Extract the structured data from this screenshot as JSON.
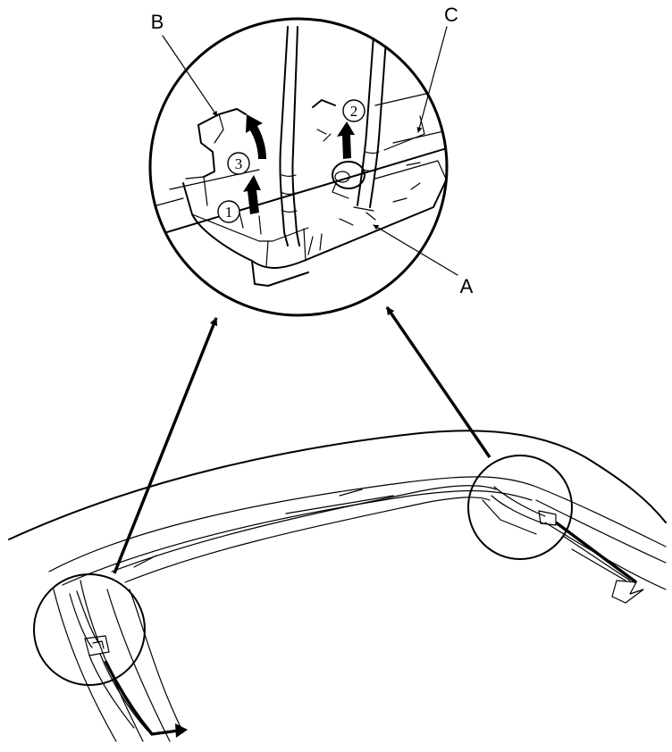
{
  "callouts": {
    "a": "A",
    "b": "B",
    "c": "C"
  },
  "steps": {
    "one": "1",
    "two": "2",
    "three": "3"
  },
  "colors": {
    "ink": "#000000",
    "paper": "#ffffff"
  },
  "icons": {
    "step_arrow": "up-arrow-icon",
    "leader": "arrow-icon"
  }
}
